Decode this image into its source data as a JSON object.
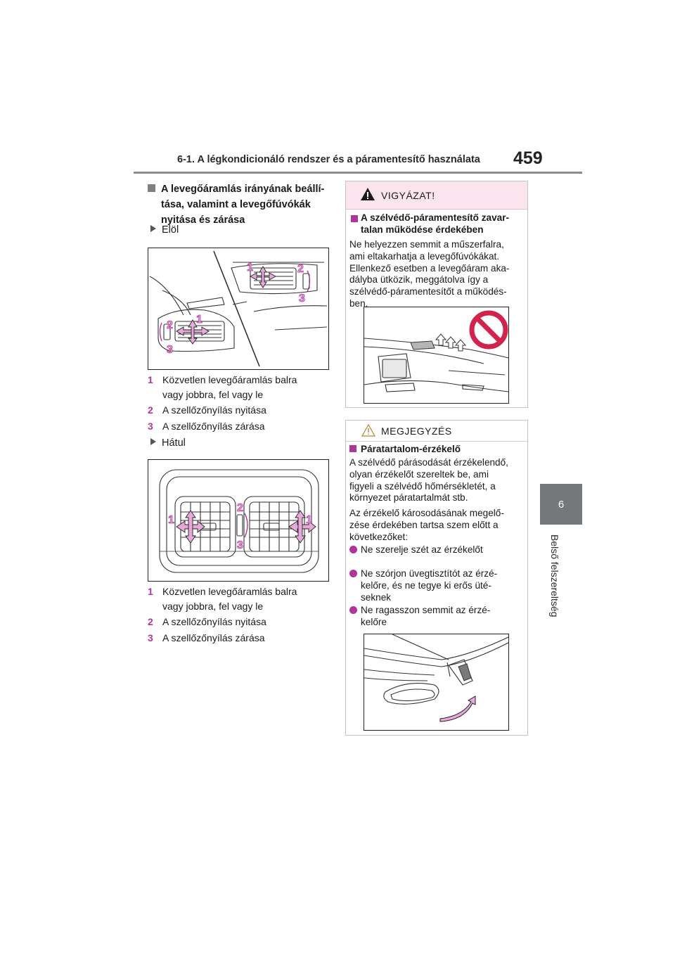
{
  "header": {
    "section_title": "6-1. A légkondicionáló rendszer és a páramentesítő használata",
    "page_number": "459"
  },
  "side_tab": {
    "chapter_number": "6",
    "chapter_title": "Belső felszereltség"
  },
  "left": {
    "heading": "A levegőáramlás irányának beállítása, valamint a levegőfúvókák nyitása és zárása",
    "heading_lines": [
      "A levegőáramlás irányának beállí-",
      "tása, valamint a levegőfúvókák",
      "nyitása és zárása"
    ],
    "front_label": "Elöl",
    "front_figure": {
      "callouts": [
        "1",
        "2",
        "3"
      ]
    },
    "front_items": [
      {
        "num": "1",
        "lines": [
          "Közvetlen levegőáramlás balra",
          "vagy jobbra, fel vagy le"
        ]
      },
      {
        "num": "2",
        "lines": [
          "A szellőzőnyílás nyitása"
        ]
      },
      {
        "num": "3",
        "lines": [
          "A szellőzőnyílás zárása"
        ]
      }
    ],
    "rear_label": "Hátul",
    "rear_figure": {
      "callouts": [
        "1",
        "2",
        "3"
      ]
    },
    "rear_items": [
      {
        "num": "1",
        "lines": [
          "Közvetlen levegőáramlás balra",
          "vagy jobbra, fel vagy le"
        ]
      },
      {
        "num": "2",
        "lines": [
          "A szellőzőnyílás nyitása"
        ]
      },
      {
        "num": "3",
        "lines": [
          "A szellőzőnyílás zárása"
        ]
      }
    ]
  },
  "warning": {
    "title": "VIGYÁZAT!",
    "subheading_lines": [
      "A szélvédő-páramentesítő zavar-",
      "talan működése érdekében"
    ],
    "body_lines": [
      "Ne helyezzen semmit a műszerfalra,",
      "ami eltakarhatja a levegőfúvókákat.",
      "Ellenkező esetben a levegőáram aka-",
      "dályba ütközik, meggátolva így a",
      "szélvédő-páramentesítőt a működés-",
      "ben."
    ]
  },
  "note": {
    "title": "MEGJEGYZÉS",
    "subheading": "Páratartalom-érzékelő",
    "body_lines": [
      "A szélvédő párásodását érzékelendő,",
      "olyan érzékelőt szereltek be, ami",
      "figyeli a szélvédő hőmérsékletét, a",
      "környezet páratartalmát stb."
    ],
    "body2_lines": [
      "Az érzékelő károsodásának megelő-",
      "zése érdekében tartsa szem előtt a",
      "következőket:"
    ],
    "bullets": [
      {
        "lines": [
          "Ne szerelje szét az érzékelőt"
        ]
      },
      {
        "lines": [
          "Ne szórjon üvegtisztítót az érzé-",
          "kelőre, és ne tegye ki erős üté-",
          "seknek"
        ]
      },
      {
        "lines": [
          "Ne ragasszon semmit az érzé-",
          "kelőre"
        ]
      }
    ]
  },
  "colors": {
    "accent": "#b0359a",
    "warning_bg": "#fbe4ee",
    "tab_gray": "#75787a",
    "rule_gray": "#8a8d8e",
    "prohibited_red": "#d2234d"
  },
  "icons": [
    "warning-triangle-icon",
    "caution-triangle-outline-icon",
    "prohibited-icon",
    "triangle-bullet-icon",
    "square-bullet-icon",
    "circle-bullet-icon"
  ]
}
